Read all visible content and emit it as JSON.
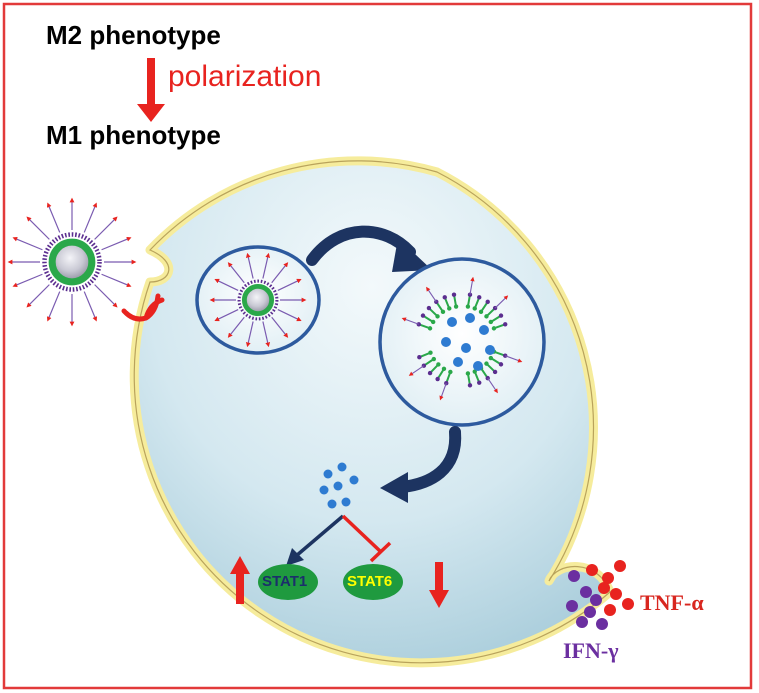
{
  "labels": {
    "m2": "M2 phenotype",
    "polarization": "polarization",
    "m1": "M1 phenotype",
    "stat1": "STAT1",
    "stat6": "STAT6",
    "tnf": "TNF-α",
    "ifn": "IFN-γ"
  },
  "colors": {
    "frame": "#e23a3a",
    "membrane": "#f6ec9c",
    "membrane_edge": "#b9a35c",
    "cytoplasm_top": "#eef6f9",
    "cytoplasm_bottom": "#a9cddb",
    "vesicle_edge": "#2d5a9e",
    "arrow_dark": "#1d3461",
    "red": "#e8231f",
    "stat_green": "#1f9a3f",
    "stat1_text": "#1b2f6b",
    "stat6_text": "#ffff00",
    "drug_blue": "#2e7bd1",
    "cytokine_purple": "#6b2fa0",
    "cytokine_red": "#e8231f",
    "ifn_text": "#6b2fa0",
    "tnf_text": "#d8261f"
  },
  "icons": {
    "nanoparticle": "micelle-nanoparticle-icon",
    "receptor": "receptor-icon",
    "up_arrow": "up-arrow-icon",
    "down_arrow": "down-arrow-icon"
  }
}
